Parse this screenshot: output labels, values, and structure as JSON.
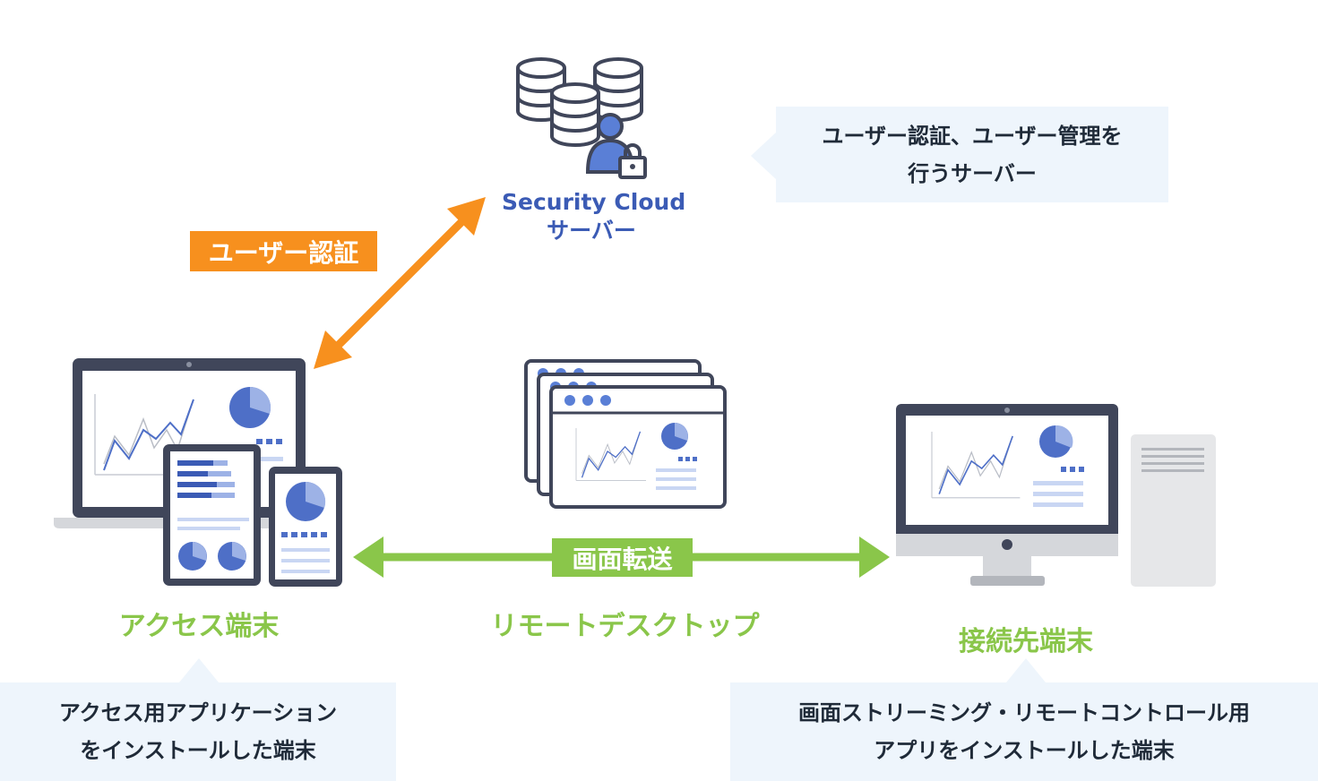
{
  "server": {
    "label_line1": "Security Cloud",
    "label_line2": "サーバー",
    "callout_line1": "ユーザー認証、ユーザー管理を",
    "callout_line2": "行うサーバー"
  },
  "auth_arrow": {
    "label": "ユーザー認証"
  },
  "transfer_arrow": {
    "label": "画面転送"
  },
  "access_device": {
    "label": "アクセス端末",
    "callout_line1": "アクセス用アプリケーション",
    "callout_line2": "をインストールした端末"
  },
  "remote_desktop": {
    "label": "リモートデスクトップ"
  },
  "target_device": {
    "label": "接続先端末",
    "callout_line1": "画面ストリーミング・リモートコントロール用",
    "callout_line2": "アプリをインストールした端末"
  },
  "colors": {
    "orange": "#f7901e",
    "green": "#8ac64a",
    "navy": "#40465a",
    "blue": "#3b5bb5",
    "callout_bg": "#eef5fc"
  },
  "icons": [
    "database-server-icon",
    "user-icon",
    "lock-icon",
    "laptop-icon",
    "tablet-icon",
    "smartphone-icon",
    "window-stack-icon",
    "desktop-monitor-icon",
    "pc-tower-icon"
  ]
}
